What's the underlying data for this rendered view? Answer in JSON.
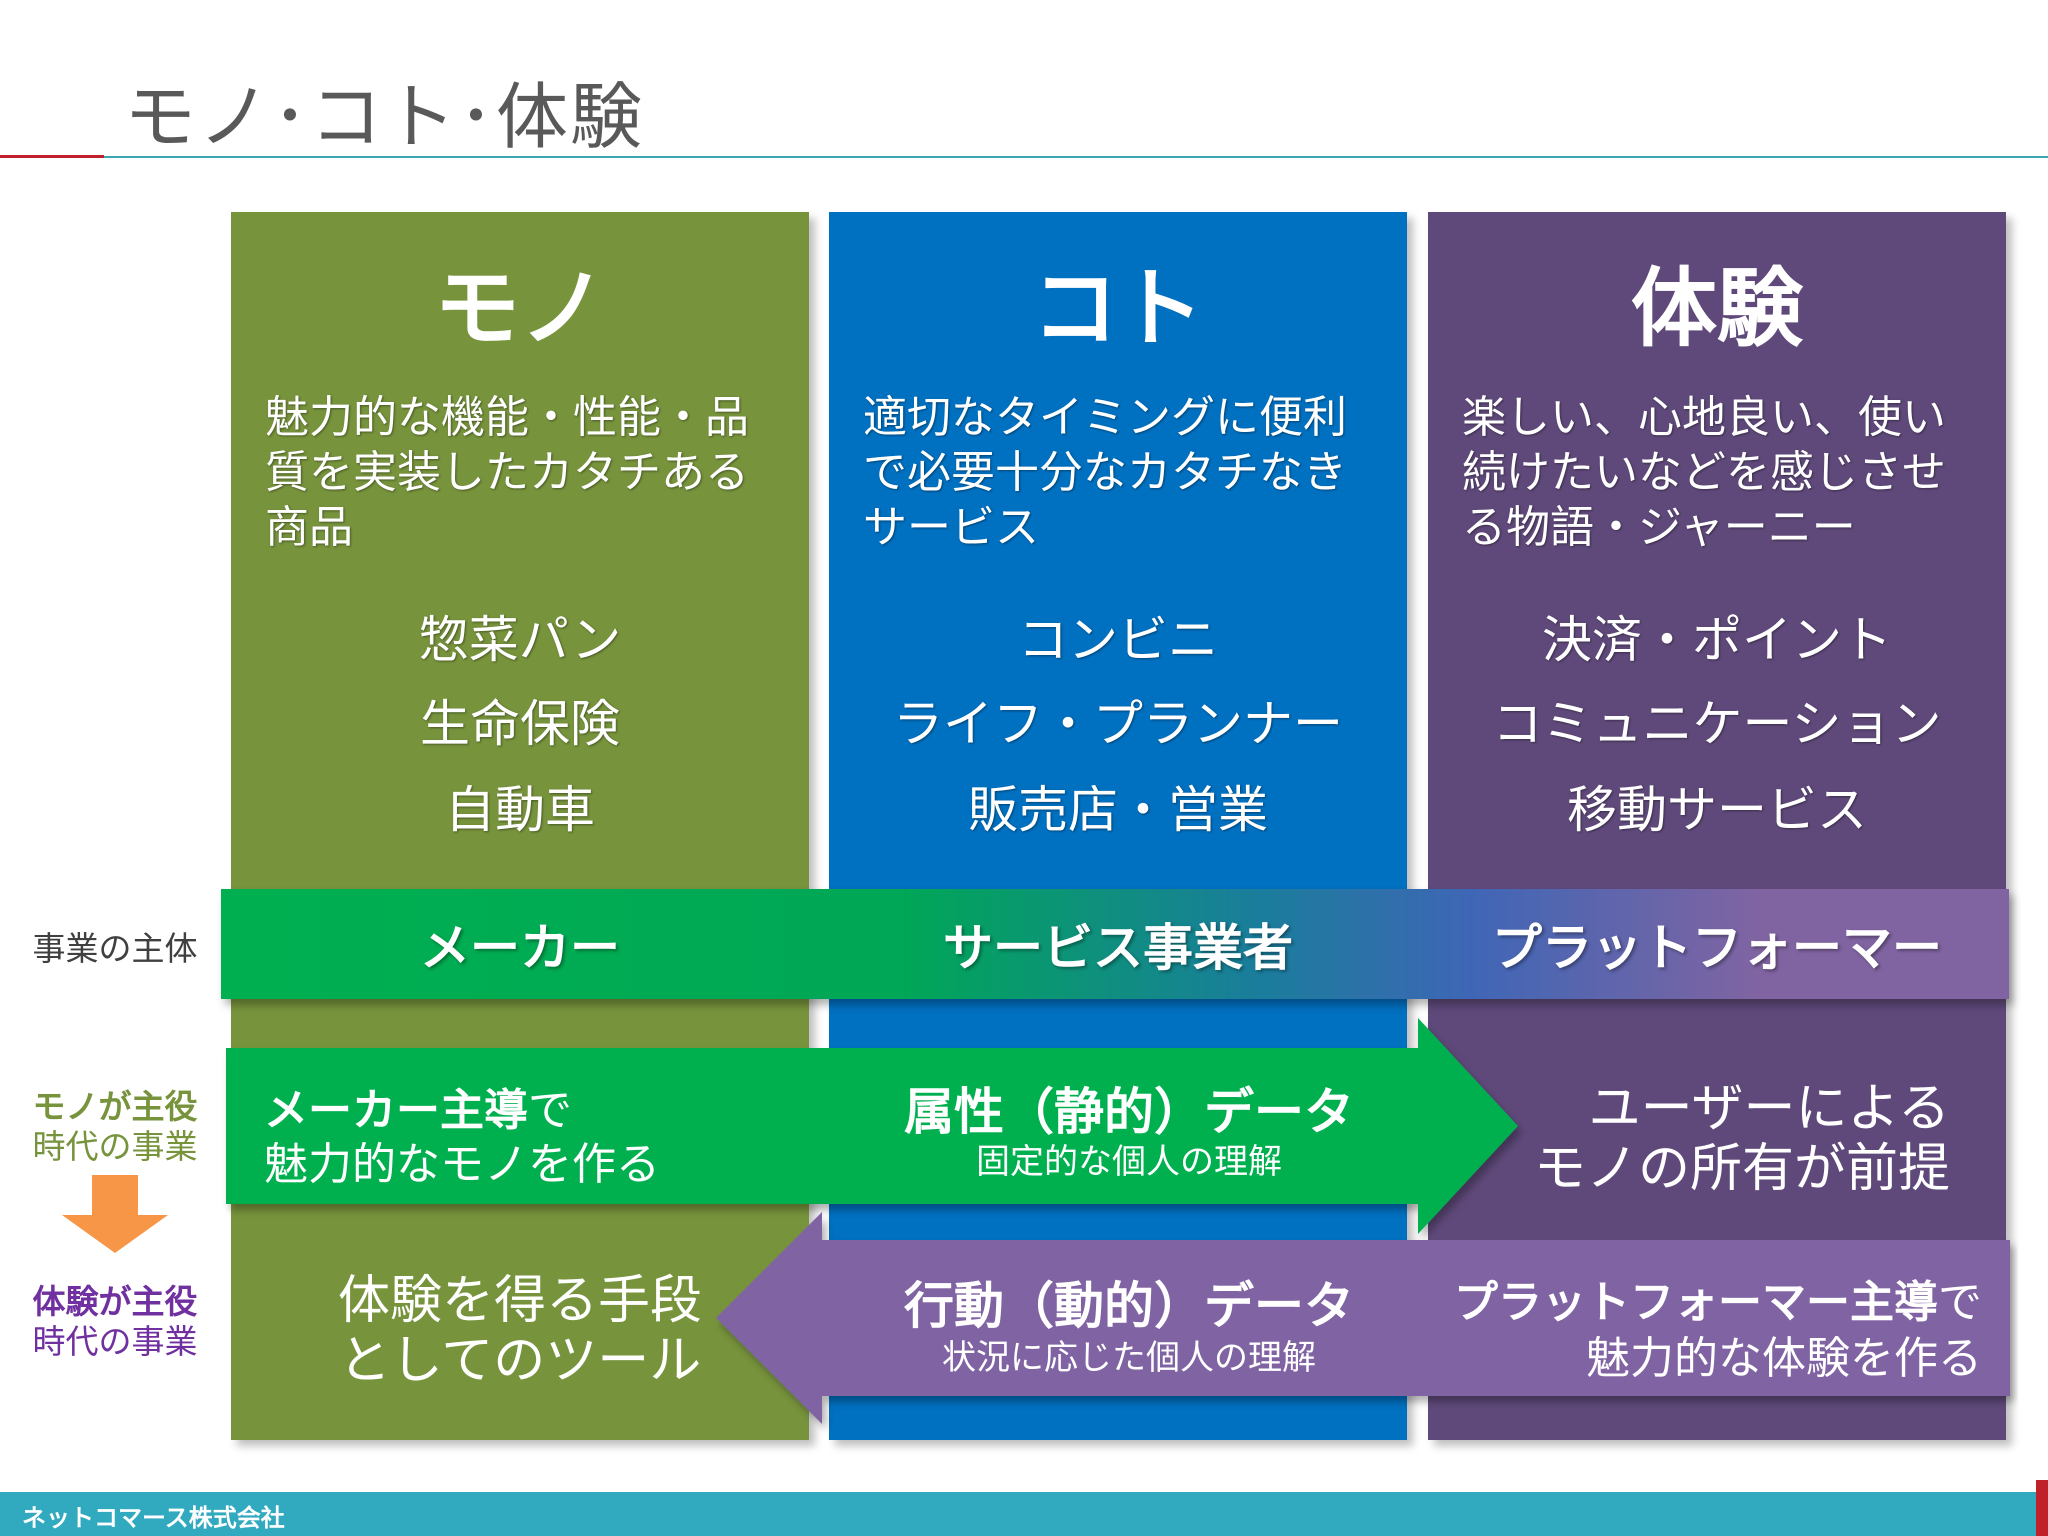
{
  "title": "モノ･コト･体験",
  "columns": [
    {
      "title": "モノ",
      "desc": "魅力的な機能・性能・品質を実装したカタチある商品",
      "examples": [
        "惣菜パン",
        "生命保険",
        "自動車"
      ],
      "color": "#77933c"
    },
    {
      "title": "コト",
      "desc": "適切なタイミングに便利で必要十分なカタチなきサービス",
      "examples": [
        "コンビニ",
        "ライフ・プランナー",
        "販売店・営業"
      ],
      "color": "#0070c0"
    },
    {
      "title": "体験",
      "desc": "楽しい、心地良い、使い続けたいなどを感じさせる物語・ジャーニー",
      "examples": [
        "決済・ポイント",
        "コミュニケーション",
        "移動サービス"
      ],
      "color": "#5f497a"
    }
  ],
  "actor_row": {
    "label": "事業の主体",
    "items": [
      "メーカー",
      "サービス事業者",
      "プラットフォーマー"
    ]
  },
  "row_labels": {
    "mono_era": {
      "line1": "モノが主役",
      "line2": "時代の事業"
    },
    "exp_era": {
      "line1": "体験が主役",
      "line2": "時代の事業"
    }
  },
  "mono_arrow": {
    "left_bold": "メーカー主導",
    "left_suffix": "で",
    "left_line2": "魅力的なモノを作る",
    "mid_title": "属性（静的）データ",
    "mid_sub": "固定的な個人の理解",
    "right_line1": "ユーザーによる",
    "right_line2": "モノの所有が前提"
  },
  "exp_arrow": {
    "left_line1": "体験を得る手段",
    "left_line2": "としてのツール",
    "mid_title": "行動（動的）データ",
    "mid_sub": "状況に応じた個人の理解",
    "right_bold": "プラットフォーマー主導",
    "right_suffix": "で",
    "right_line2": "魅力的な体験を作る"
  },
  "footer": "ネットコマース株式会社"
}
